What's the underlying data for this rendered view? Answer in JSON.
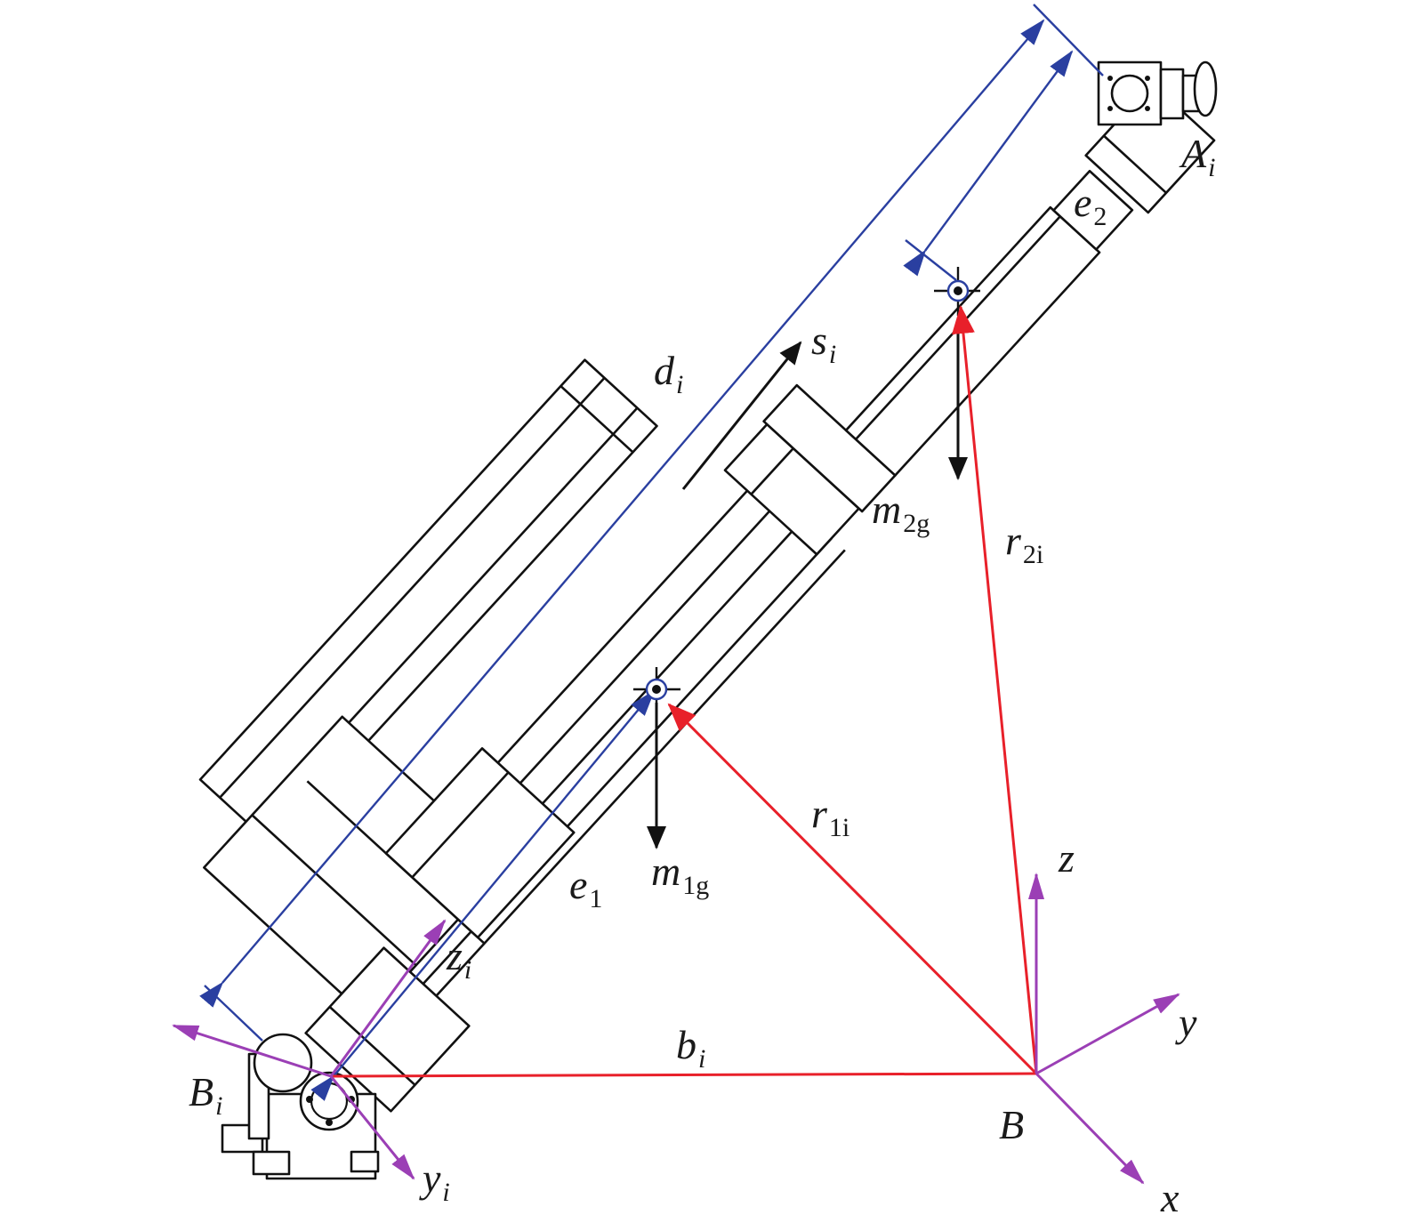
{
  "labels": {
    "A": {
      "base": "A",
      "sub": "i"
    },
    "e2": {
      "base": "e",
      "sub": "2"
    },
    "s": {
      "base": "s",
      "sub": "i"
    },
    "d": {
      "base": "d",
      "sub": "i"
    },
    "m2": {
      "base": "m",
      "sub": "2g"
    },
    "r2": {
      "base": "r",
      "sub": "2i"
    },
    "r1": {
      "base": "r",
      "sub": "1i"
    },
    "m1": {
      "base": "m",
      "sub": "1g"
    },
    "e1": {
      "base": "e",
      "sub": "1"
    },
    "zi": {
      "base": "z",
      "sub": "i"
    },
    "z": {
      "base": "z"
    },
    "y": {
      "base": "y"
    },
    "bi": {
      "base": "b",
      "sub": "i"
    },
    "Bi": {
      "base": "B",
      "sub": "i"
    },
    "B": {
      "base": "B"
    },
    "yi": {
      "base": "y",
      "sub": "i"
    },
    "x": {
      "base": "x"
    }
  },
  "colors": {
    "vector": "#e8202a",
    "dimension": "#2a3fa0",
    "frame": "#9b3fb5",
    "force": "#111111"
  }
}
